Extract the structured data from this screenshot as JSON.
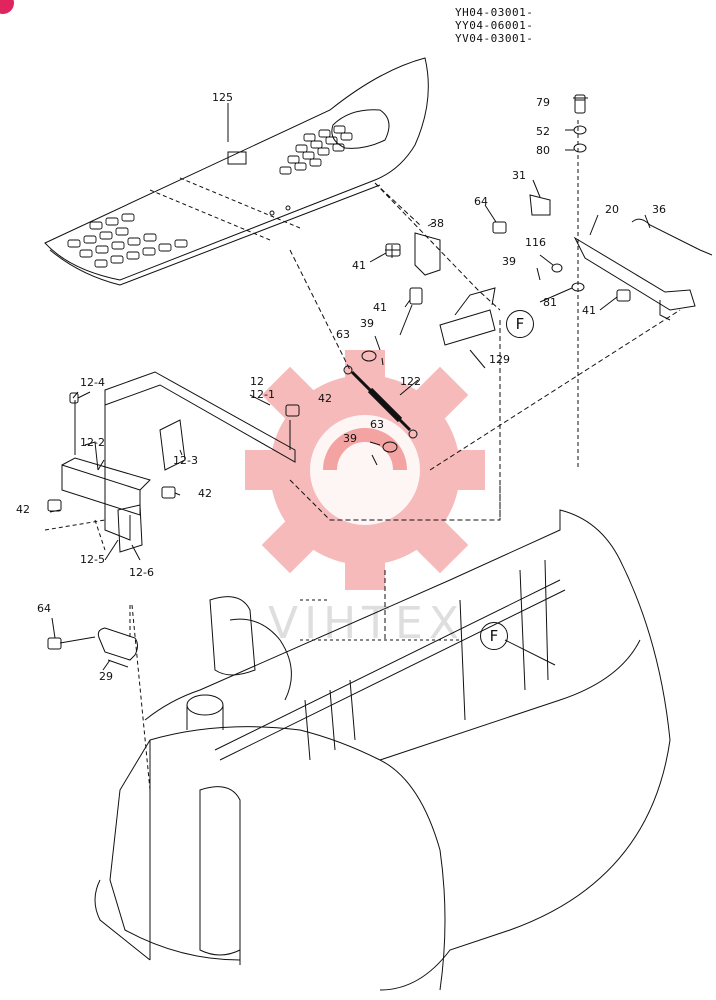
{
  "header": {
    "serials": [
      "YH04-03001-",
      "YY04-06001-",
      "YV04-03001-"
    ]
  },
  "colors": {
    "line": "#111111",
    "watermark_logo": "#f4a3a3",
    "corner_badge": "#e0245e"
  },
  "callouts": {
    "top": "F",
    "bottom": "F"
  },
  "parts": {
    "p125": "125",
    "p79": "79",
    "p52": "52",
    "p80": "80",
    "p31": "31",
    "p64a": "64",
    "p20": "20",
    "p36": "36",
    "p38": "38",
    "p116": "116",
    "p41a": "41",
    "p39a": "39",
    "p41b": "41",
    "p81": "81",
    "p41c": "41",
    "p39b": "39",
    "p63a": "63",
    "p129": "129",
    "p12_4": "12-4",
    "p12": "12",
    "p12_1": "12-1",
    "p122": "122",
    "p42a": "42",
    "p12_2": "12-2",
    "p12_3": "12-3",
    "p39c": "39",
    "p63b": "63",
    "p42b": "42",
    "p42c": "42",
    "p12_5": "12-5",
    "p12_6": "12-6",
    "p64b": "64",
    "p29": "29"
  },
  "watermark": {
    "text": "VIHTEX"
  }
}
